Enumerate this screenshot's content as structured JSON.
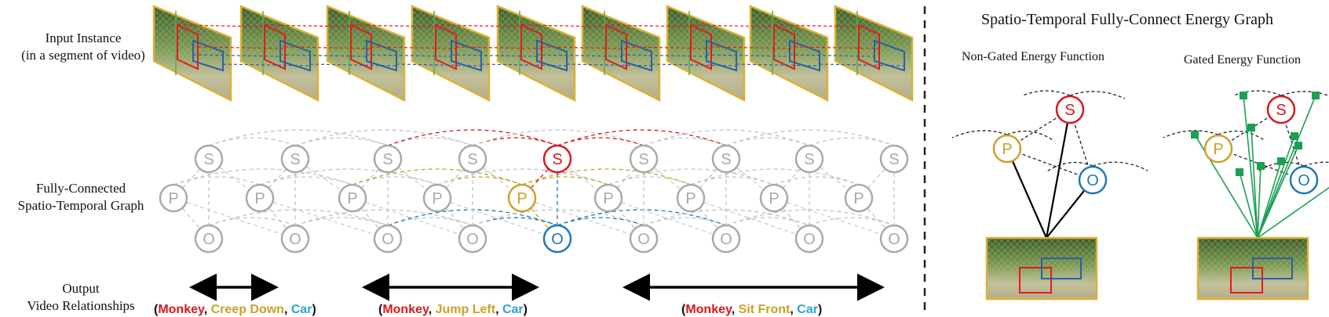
{
  "labels": {
    "input_line1": "Input Instance",
    "input_line2": "(in a segment of video)",
    "graph_line1": "Fully-Connected",
    "graph_line2": "Spatio-Temporal Graph",
    "output_line1": "Output",
    "output_line2": "Video Relationships"
  },
  "relationships": [
    {
      "subject": "Monkey",
      "predicate": "Creep Down",
      "object": "Car"
    },
    {
      "subject": "Monkey",
      "predicate": "Jump Left",
      "object": "Car"
    },
    {
      "subject": "Monkey",
      "predicate": "Sit Front",
      "object": "Car"
    }
  ],
  "punct": {
    "open": "(",
    "comma": ", ",
    "close": ")"
  },
  "right": {
    "title": "Spatio-Temporal Fully-Connect Energy Graph",
    "non_gated": "Non-Gated Energy Function",
    "gated": "Gated Energy Function"
  },
  "node_letters": {
    "subject": "S",
    "predicate": "P",
    "object": "O"
  },
  "colors": {
    "subject": "#d7191c",
    "predicate": "#c9a227",
    "object": "#1f78b4",
    "object_text": "#29a3d6",
    "inactive": "#a9a9a9",
    "gate": "#1aa053",
    "frame_border": "#e0b030"
  }
}
